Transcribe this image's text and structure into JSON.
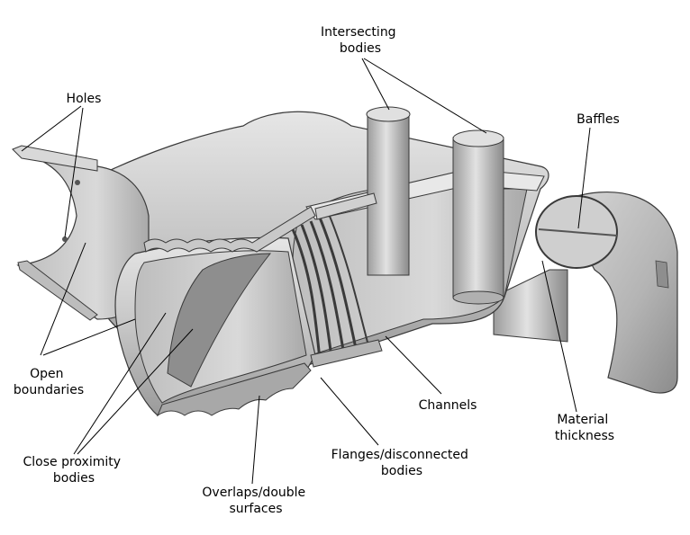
{
  "figure": {
    "background": "#ffffff",
    "shade_light": "#dcdcdc",
    "shade_mid": "#bcbcbc",
    "shade_dark": "#8e8e8e",
    "outline": "#3a3a3a"
  },
  "labels": {
    "intersecting_bodies": [
      "Intersecting",
      "bodies"
    ],
    "holes": [
      "Holes"
    ],
    "baffles": [
      "Baffles"
    ],
    "open_boundaries": [
      "Open",
      "boundaries"
    ],
    "channels": [
      "Channels"
    ],
    "material_thickness": [
      "Material",
      "thickness"
    ],
    "close_proximity_bodies": [
      "Close proximity",
      "bodies"
    ],
    "flanges_disconnected_bodies": [
      "Flanges/disconnected",
      "bodies"
    ],
    "overlaps_double_surfaces": [
      "Overlaps/double",
      "surfaces"
    ]
  }
}
